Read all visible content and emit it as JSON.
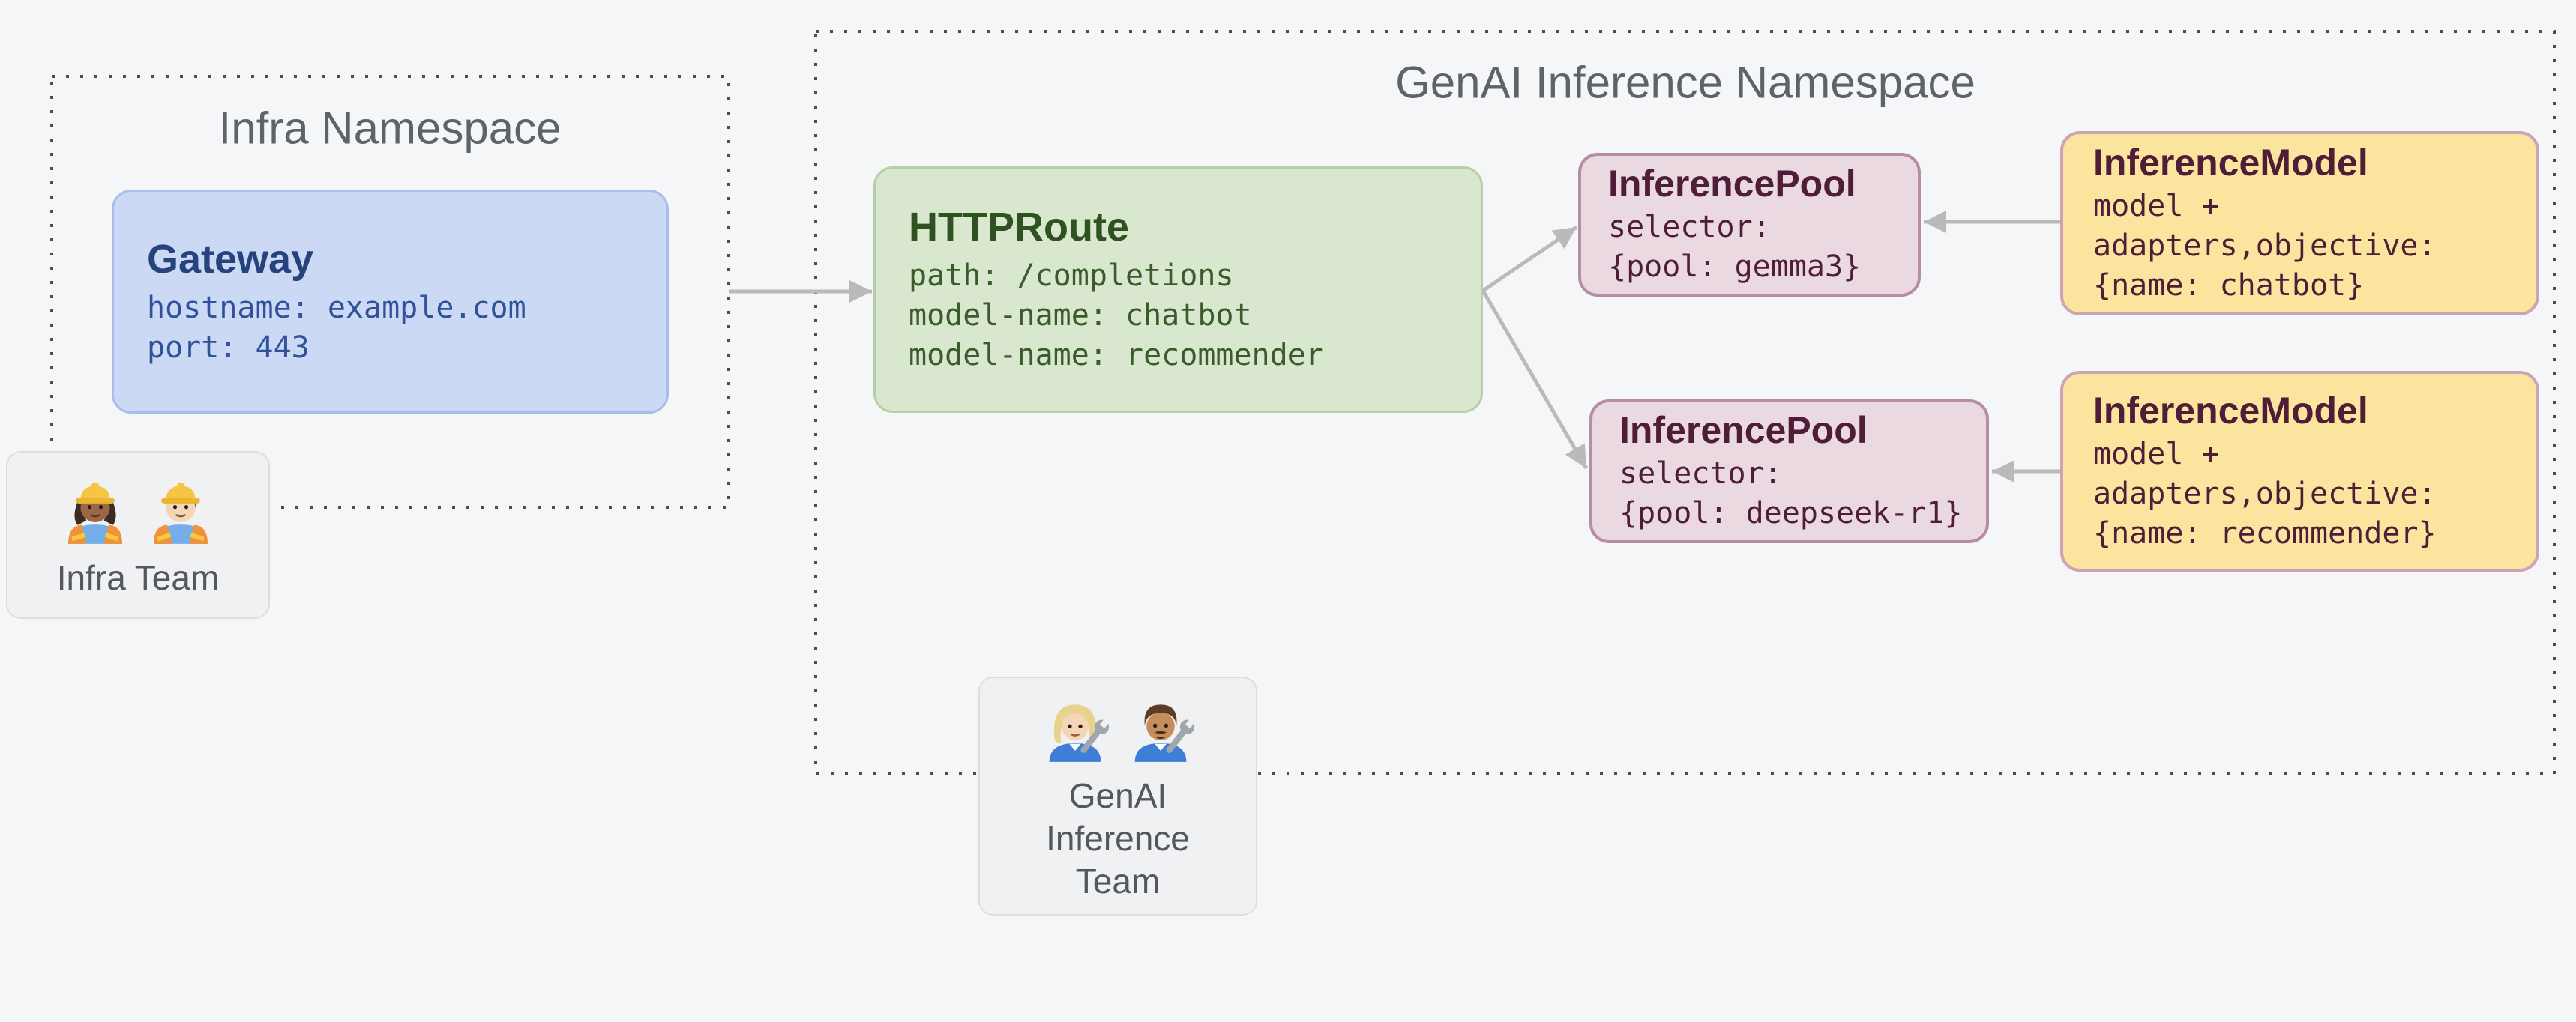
{
  "infra_namespace": {
    "title": "Infra Namespace"
  },
  "genai_namespace": {
    "title": "GenAI Inference Namespace"
  },
  "gateway": {
    "title": "Gateway",
    "lines": [
      "hostname: example.com",
      "port: 443"
    ]
  },
  "httproute": {
    "title": "HTTPRoute",
    "lines": [
      "path: /completions",
      "model-name: chatbot",
      "model-name: recommender"
    ]
  },
  "pool1": {
    "title": "InferencePool",
    "lines": [
      "selector:",
      "{pool: gemma3}"
    ]
  },
  "model1": {
    "title": "InferenceModel",
    "lines": [
      "model +",
      "adapters,objective:",
      "{name: chatbot}"
    ]
  },
  "pool2": {
    "title": "InferencePool",
    "lines": [
      "selector:",
      "{pool: deepseek-r1}"
    ]
  },
  "model2": {
    "title": "InferenceModel",
    "lines": [
      "model +",
      "adapters,objective:",
      "{name: recommender}"
    ]
  },
  "infra_team": {
    "label": "Infra Team",
    "icons": [
      "construction-worker-woman-icon",
      "construction-worker-man-icon"
    ]
  },
  "genai_team": {
    "label": "GenAI Inference Team",
    "icons": [
      "mechanic-woman-icon",
      "mechanic-man-icon"
    ]
  },
  "colors": {
    "background": "#f5f6f8",
    "namespace_title": "#5f6368",
    "namespace_border_dots": "#4d4d4d",
    "arrow": "#bababd",
    "gateway_fill": "#cbd9f4",
    "gateway_border": "#aabde8",
    "gateway_text": "#27437e",
    "httproute_fill": "#d9e7cf",
    "httproute_border": "#b6cfa5",
    "httproute_text": "#2e5220",
    "pool_fill": "#ead9e1",
    "pool_border": "#b78da6",
    "pool_text": "#4f1d38",
    "model_fill": "#fae49e",
    "model_border": "#cfa3b6",
    "model_text": "#4f1d38",
    "team_fill": "#f0f1f2",
    "team_border": "#dcdddf",
    "team_text": "#54575b"
  }
}
